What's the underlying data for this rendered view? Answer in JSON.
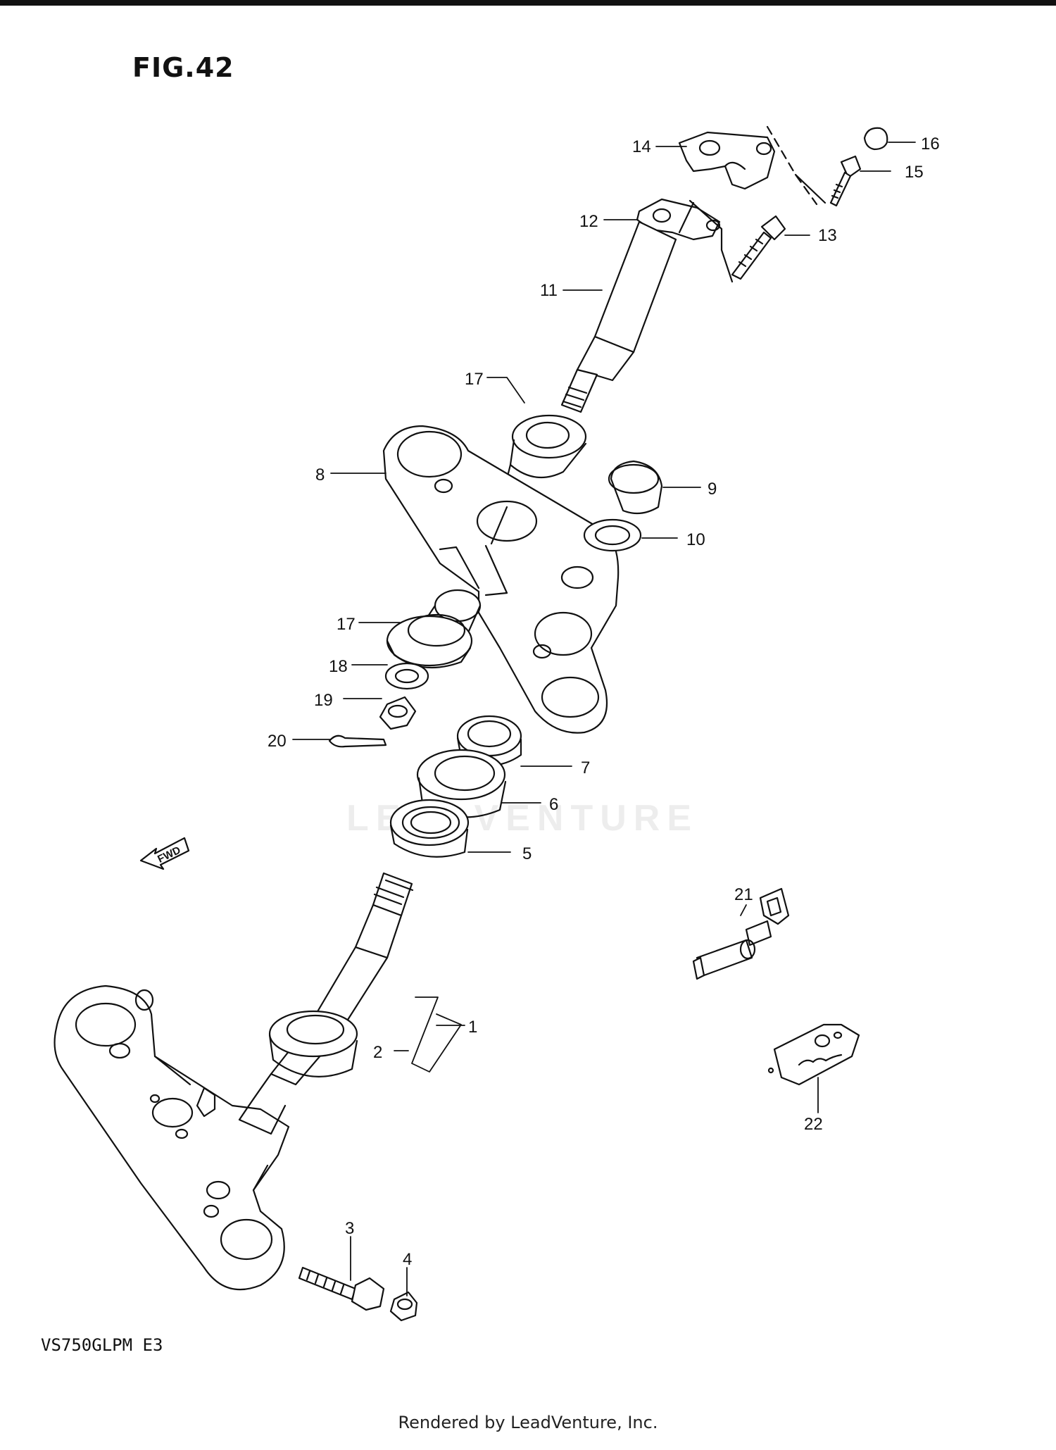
{
  "figure": {
    "title": "FIG.42",
    "model_code": "VS750GLPM E3",
    "footer": "Rendered by LeadVenture, Inc.",
    "watermark": "LEADVENTURE",
    "fwd_label": "FWD"
  },
  "callouts": [
    {
      "id": "1",
      "label": "1"
    },
    {
      "id": "2",
      "label": "2"
    },
    {
      "id": "3",
      "label": "3"
    },
    {
      "id": "4",
      "label": "4"
    },
    {
      "id": "5",
      "label": "5"
    },
    {
      "id": "6",
      "label": "6"
    },
    {
      "id": "7",
      "label": "7"
    },
    {
      "id": "8",
      "label": "8"
    },
    {
      "id": "9",
      "label": "9"
    },
    {
      "id": "10",
      "label": "10"
    },
    {
      "id": "11",
      "label": "11"
    },
    {
      "id": "12",
      "label": "12"
    },
    {
      "id": "13",
      "label": "13"
    },
    {
      "id": "14",
      "label": "14"
    },
    {
      "id": "15",
      "label": "15"
    },
    {
      "id": "16",
      "label": "16"
    },
    {
      "id": "17a",
      "label": "17"
    },
    {
      "id": "17b",
      "label": "17"
    },
    {
      "id": "18",
      "label": "18"
    },
    {
      "id": "19",
      "label": "19"
    },
    {
      "id": "20",
      "label": "20"
    },
    {
      "id": "21",
      "label": "21"
    },
    {
      "id": "22",
      "label": "22"
    }
  ]
}
